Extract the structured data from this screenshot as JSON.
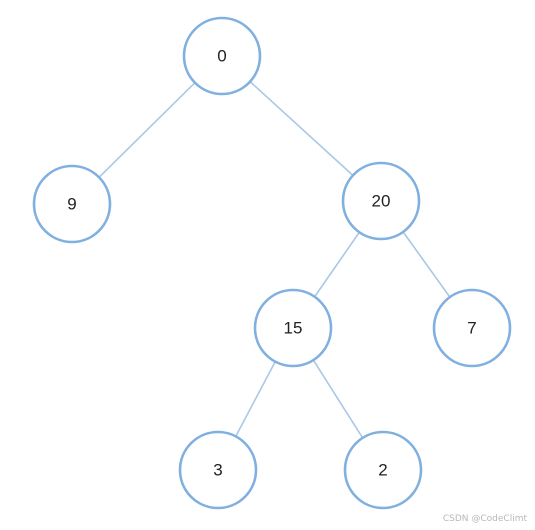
{
  "tree": {
    "nodes": [
      {
        "id": "n0",
        "label": "0"
      },
      {
        "id": "n9",
        "label": "9"
      },
      {
        "id": "n20",
        "label": "20"
      },
      {
        "id": "n15",
        "label": "15"
      },
      {
        "id": "n7",
        "label": "7"
      },
      {
        "id": "n3",
        "label": "3"
      },
      {
        "id": "n2",
        "label": "2"
      }
    ],
    "edges": [
      {
        "from": "n0",
        "to": "n9"
      },
      {
        "from": "n0",
        "to": "n20"
      },
      {
        "from": "n20",
        "to": "n15"
      },
      {
        "from": "n20",
        "to": "n7"
      },
      {
        "from": "n15",
        "to": "n3"
      },
      {
        "from": "n15",
        "to": "n2"
      }
    ]
  },
  "watermark": "CSDN @CodeClimt"
}
